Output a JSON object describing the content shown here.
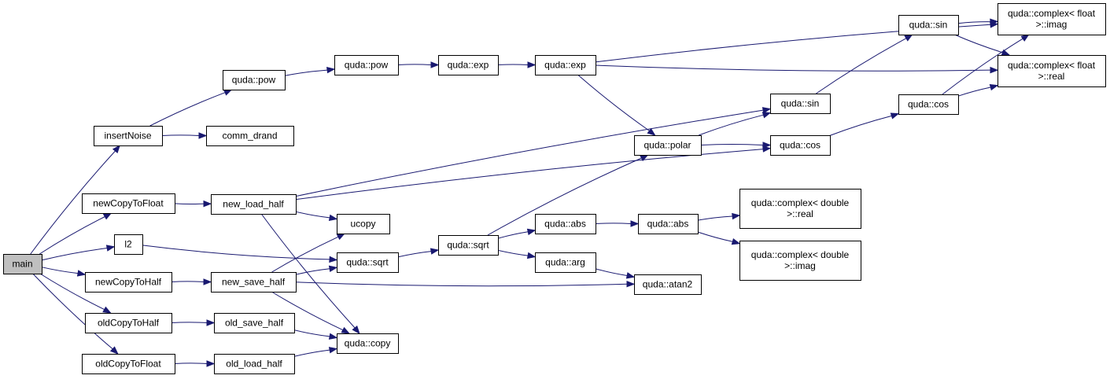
{
  "diagram": {
    "type": "call-graph",
    "colors": {
      "edge": "#191970",
      "root_fill": "#bfbfbf",
      "node_fill": "#ffffff",
      "border": "#000000"
    },
    "nodes": [
      {
        "id": "main",
        "lines": [
          "main"
        ]
      },
      {
        "id": "insertNoise",
        "lines": [
          "insertNoise"
        ]
      },
      {
        "id": "newCopyToFloat",
        "lines": [
          "newCopyToFloat"
        ]
      },
      {
        "id": "l2",
        "lines": [
          "l2"
        ]
      },
      {
        "id": "newCopyToHalf",
        "lines": [
          "newCopyToHalf"
        ]
      },
      {
        "id": "oldCopyToHalf",
        "lines": [
          "oldCopyToHalf"
        ]
      },
      {
        "id": "oldCopyToFloat",
        "lines": [
          "oldCopyToFloat"
        ]
      },
      {
        "id": "pow1",
        "lines": [
          "quda::pow"
        ]
      },
      {
        "id": "comm_drand",
        "lines": [
          "comm_drand"
        ]
      },
      {
        "id": "new_load_half",
        "lines": [
          "new_load_half"
        ]
      },
      {
        "id": "new_save_half",
        "lines": [
          "new_save_half"
        ]
      },
      {
        "id": "old_save_half",
        "lines": [
          "old_save_half"
        ]
      },
      {
        "id": "old_load_half",
        "lines": [
          "old_load_half"
        ]
      },
      {
        "id": "pow2",
        "lines": [
          "quda::pow"
        ]
      },
      {
        "id": "ucopy",
        "lines": [
          "ucopy"
        ]
      },
      {
        "id": "sqrt1",
        "lines": [
          "quda::sqrt"
        ]
      },
      {
        "id": "copy",
        "lines": [
          "quda::copy"
        ]
      },
      {
        "id": "exp1",
        "lines": [
          "quda::exp"
        ]
      },
      {
        "id": "sqrt2",
        "lines": [
          "quda::sqrt"
        ]
      },
      {
        "id": "exp2",
        "lines": [
          "quda::exp"
        ]
      },
      {
        "id": "abs1",
        "lines": [
          "quda::abs"
        ]
      },
      {
        "id": "arg",
        "lines": [
          "quda::arg"
        ]
      },
      {
        "id": "polar",
        "lines": [
          "quda::polar"
        ]
      },
      {
        "id": "abs2",
        "lines": [
          "quda::abs"
        ]
      },
      {
        "id": "atan2",
        "lines": [
          "quda::atan2"
        ]
      },
      {
        "id": "sin1",
        "lines": [
          "quda::sin"
        ]
      },
      {
        "id": "cos1",
        "lines": [
          "quda::cos"
        ]
      },
      {
        "id": "cd_real",
        "lines": [
          "quda::complex< double",
          ">::real"
        ]
      },
      {
        "id": "cd_imag",
        "lines": [
          "quda::complex< double",
          ">::imag"
        ]
      },
      {
        "id": "sin2",
        "lines": [
          "quda::sin"
        ]
      },
      {
        "id": "cos2",
        "lines": [
          "quda::cos"
        ]
      },
      {
        "id": "cf_imag",
        "lines": [
          "quda::complex< float",
          ">::imag"
        ]
      },
      {
        "id": "cf_real",
        "lines": [
          "quda::complex< float",
          ">::real"
        ]
      }
    ],
    "edges": [
      [
        "main",
        "insertNoise"
      ],
      [
        "main",
        "newCopyToFloat"
      ],
      [
        "main",
        "l2"
      ],
      [
        "main",
        "newCopyToHalf"
      ],
      [
        "main",
        "oldCopyToHalf"
      ],
      [
        "main",
        "oldCopyToFloat"
      ],
      [
        "insertNoise",
        "pow1"
      ],
      [
        "insertNoise",
        "comm_drand"
      ],
      [
        "newCopyToFloat",
        "new_load_half"
      ],
      [
        "l2",
        "sqrt1"
      ],
      [
        "newCopyToHalf",
        "new_save_half"
      ],
      [
        "oldCopyToHalf",
        "old_save_half"
      ],
      [
        "oldCopyToFloat",
        "old_load_half"
      ],
      [
        "pow1",
        "pow2"
      ],
      [
        "pow2",
        "exp1"
      ],
      [
        "exp1",
        "exp2"
      ],
      [
        "new_load_half",
        "sin1"
      ],
      [
        "new_load_half",
        "cos1"
      ],
      [
        "new_load_half",
        "ucopy"
      ],
      [
        "new_load_half",
        "copy"
      ],
      [
        "new_save_half",
        "ucopy"
      ],
      [
        "new_save_half",
        "sqrt1"
      ],
      [
        "new_save_half",
        "atan2"
      ],
      [
        "new_save_half",
        "copy"
      ],
      [
        "old_save_half",
        "copy"
      ],
      [
        "old_load_half",
        "copy"
      ],
      [
        "sqrt1",
        "sqrt2"
      ],
      [
        "sqrt2",
        "polar"
      ],
      [
        "sqrt2",
        "abs1"
      ],
      [
        "sqrt2",
        "arg"
      ],
      [
        "abs1",
        "abs2"
      ],
      [
        "abs2",
        "cd_real"
      ],
      [
        "abs2",
        "cd_imag"
      ],
      [
        "arg",
        "atan2"
      ],
      [
        "exp2",
        "cf_imag"
      ],
      [
        "exp2",
        "cf_real"
      ],
      [
        "exp2",
        "polar"
      ],
      [
        "polar",
        "sin1"
      ],
      [
        "polar",
        "cos1"
      ],
      [
        "sin1",
        "sin2"
      ],
      [
        "cos1",
        "cos2"
      ],
      [
        "sin2",
        "cf_imag"
      ],
      [
        "sin2",
        "cf_real"
      ],
      [
        "cos2",
        "cf_imag"
      ],
      [
        "cos2",
        "cf_real"
      ]
    ]
  }
}
